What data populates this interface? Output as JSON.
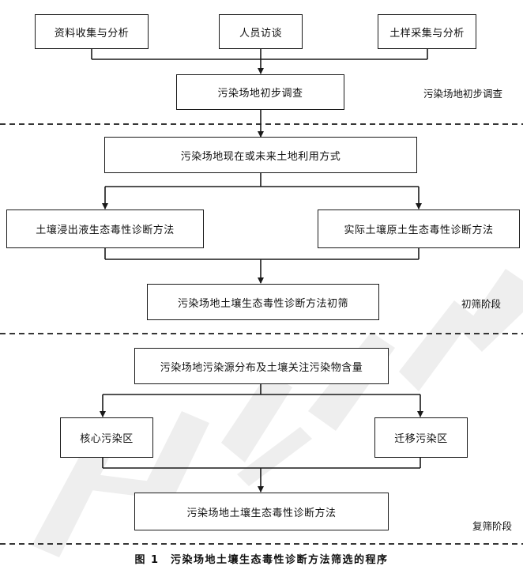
{
  "boxes": {
    "data_collection": "资料收集与分析",
    "personnel_interview": "人员访谈",
    "soil_sampling": "土样采集与分析",
    "preliminary_survey": "污染场地初步调查",
    "land_use": "污染场地现在或未来土地利用方式",
    "leachate_method": "土壤浸出液生态毒性诊断方法",
    "in_situ_method": "实际土壤原土生态毒性诊断方法",
    "initial_screening": "污染场地土壤生态毒性诊断方法初筛",
    "pollution_distribution": "污染场地污染源分布及土壤关注污染物含量",
    "core_zone": "核心污染区",
    "migration_zone": "迁移污染区",
    "final_method": "污染场地土壤生态毒性诊断方法"
  },
  "stage_labels": {
    "stage1": "污染场地初步调查",
    "stage2": "初筛阶段",
    "stage3": "复筛阶段"
  },
  "caption": "图 1　污染场地土壤生态毒性诊断方法筛选的程序",
  "colors": {
    "line": "#1a1a1a",
    "watermark": "#ececec"
  }
}
